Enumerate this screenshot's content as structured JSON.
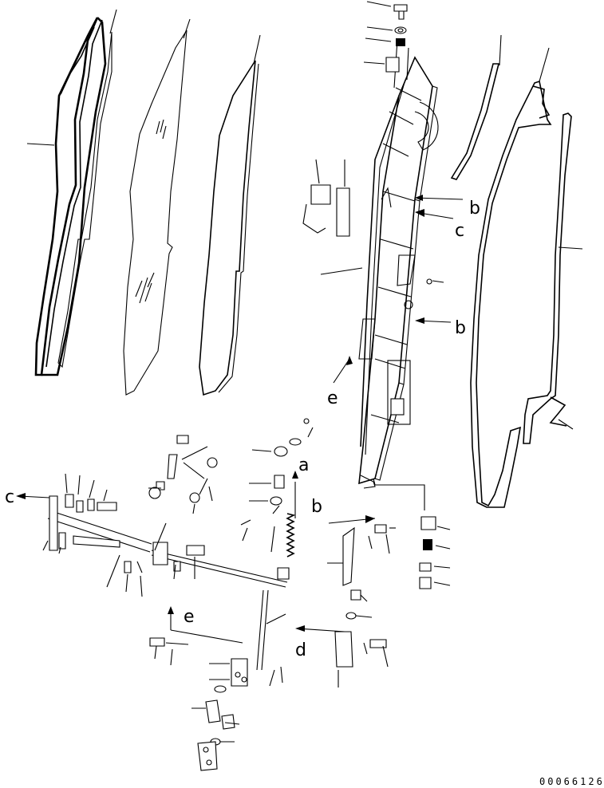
{
  "diagram": {
    "callouts": [
      {
        "id": "b-upper",
        "text": "b"
      },
      {
        "id": "c-upper",
        "text": "c"
      },
      {
        "id": "b-mid",
        "text": "b"
      },
      {
        "id": "e-frame",
        "text": "e"
      },
      {
        "id": "a-spring",
        "text": "a"
      },
      {
        "id": "c-left",
        "text": "c"
      },
      {
        "id": "b-lower",
        "text": "b"
      },
      {
        "id": "e-lower",
        "text": "e"
      },
      {
        "id": "d-lower",
        "text": "d"
      }
    ],
    "drawing_code": "00066126"
  }
}
